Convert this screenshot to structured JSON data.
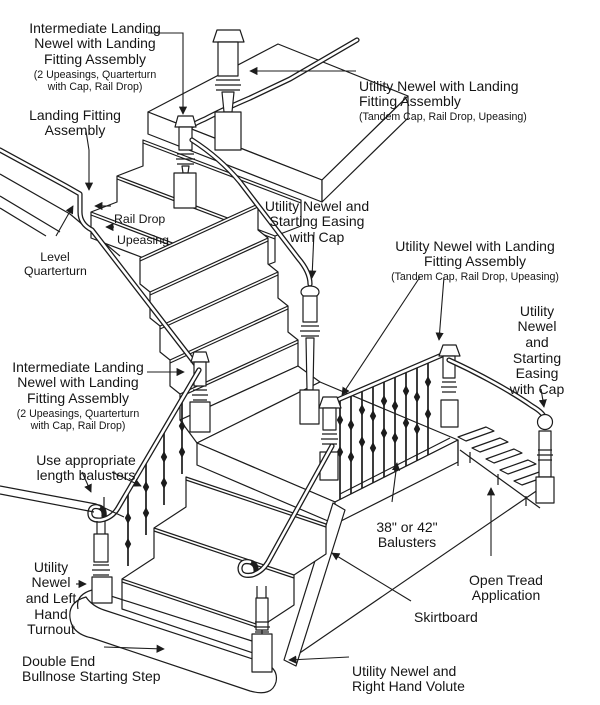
{
  "colors": {
    "background": "#ffffff",
    "ink": "#1c1c1c"
  },
  "labels": {
    "intermediate_landing_newel_top": {
      "text": "Intermediate Landing\nNewel with Landing\nFitting Assembly",
      "note": "(2 Upeasings, Quarterturn\nwith Cap, Rail Drop)"
    },
    "landing_fitting_assembly": {
      "text": "Landing Fitting\nAssembly"
    },
    "utility_newel_landing_top": {
      "text": "Utility Newel with Landing\nFitting Assembly",
      "note": "(Tandem Cap, Rail Drop, Upeasing)"
    },
    "rail_drop": {
      "text": "Rail Drop"
    },
    "upeasing": {
      "text": "Upeasing"
    },
    "level_quarterturn": {
      "text": "Level\nQuarterturn"
    },
    "utility_newel_starting_easing_center": {
      "text": "Utility Newel and\nStarting Easing\nwith Cap"
    },
    "utility_newel_landing_mid": {
      "text": "Utility Newel with Landing\nFitting Assembly",
      "note": "(Tandem Cap, Rail Drop, Upeasing)"
    },
    "utility_newel_starting_easing_right": {
      "text": "Utility\nNewel\nand\nStarting\nEasing\nwith Cap"
    },
    "intermediate_landing_newel_mid": {
      "text": "Intermediate Landing\nNewel with Landing\nFitting Assembly",
      "note": "(2 Upeasings, Quarterturn\nwith Cap, Rail Drop)"
    },
    "use_appropriate_balusters": {
      "text": "Use appropriate\nlength balusters"
    },
    "balusters_38_42": {
      "text": "38\" or 42\"\nBalusters"
    },
    "open_tread_application": {
      "text": "Open Tread\nApplication"
    },
    "skirtboard": {
      "text": "Skirtboard"
    },
    "utility_newel_right_volute": {
      "text": "Utility Newel and\nRight Hand Volute"
    },
    "double_end_bullnose": {
      "text": "Double End\nBullnose Starting Step"
    },
    "utility_newel_left_turnout": {
      "text": "Utility\nNewel\nand Left\nHand\nTurnout"
    }
  }
}
